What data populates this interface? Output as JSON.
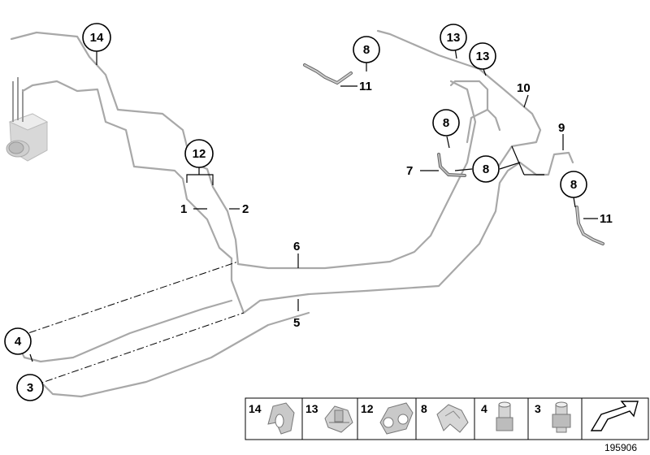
{
  "callouts": {
    "c14": "14",
    "c12": "12",
    "c8a": "8",
    "c13a": "13",
    "c13b": "13",
    "c8b": "8",
    "c8c": "8",
    "c8d": "8",
    "c4": "4",
    "c3": "3"
  },
  "labels": {
    "l1": "1",
    "l2": "2",
    "l5": "5",
    "l6": "6",
    "l7": "7",
    "l9": "9",
    "l10": "10",
    "l11a": "11",
    "l11b": "11"
  },
  "legend": [
    {
      "num": "14",
      "part": "clip-icon"
    },
    {
      "num": "13",
      "part": "holder-icon"
    },
    {
      "num": "12",
      "part": "double-clip-icon"
    },
    {
      "num": "8",
      "part": "bracket-clip-icon"
    },
    {
      "num": "4",
      "part": "union-nut-icon"
    },
    {
      "num": "3",
      "part": "hex-nut-icon"
    }
  ],
  "legend_arrow": "forward-arrow-icon",
  "reference": "195906"
}
